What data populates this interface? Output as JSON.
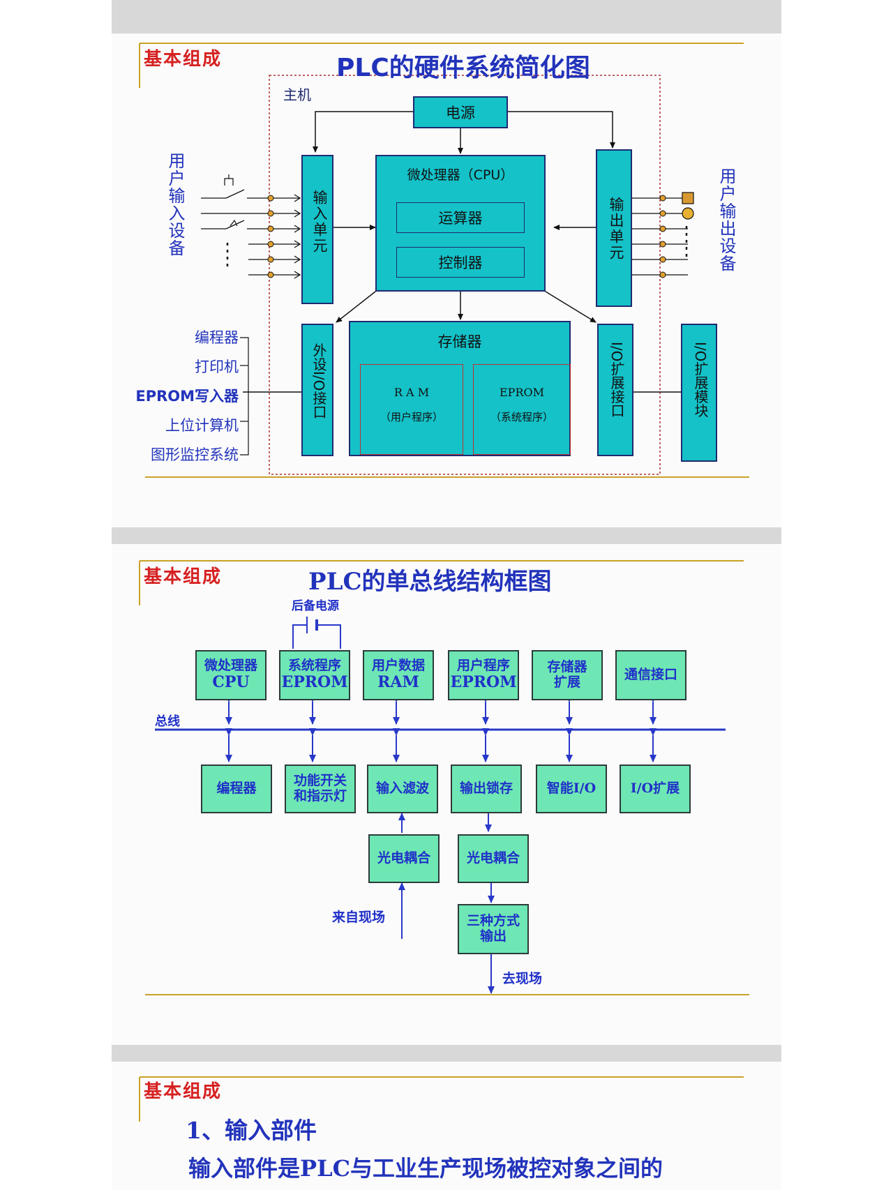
{
  "slide1": {
    "header_tag": "基本组成",
    "title": "PLC的硬件系统简化图",
    "host_label": "主机",
    "power": "电源",
    "cpu": "微处理器（CPU）",
    "alu": "运算器",
    "controller": "控制器",
    "input_unit": "输入单元",
    "output_unit": "输出单元",
    "user_input_devices": "用户输入设备",
    "user_output_devices": "用户输出设备",
    "memory": "存储器",
    "ram": "R A M",
    "ram_sub": "（用户程序）",
    "eprom": "EPROM",
    "eprom_sub": "（系统程序）",
    "peripheral_io": "外设I/O接口",
    "io_ext_interface": "I/O扩展接口",
    "io_ext_module": "I/O扩展模块",
    "peripherals": [
      "编程器",
      "打印机",
      "EPROM写入器",
      "上位计算机",
      "图形监控系统"
    ]
  },
  "slide2": {
    "header_tag": "基本组成",
    "title": "PLC的单总线结构框图",
    "backup_power": "后备电源",
    "bus_label": "总线",
    "top_boxes": [
      [
        "微处理器",
        "CPU"
      ],
      [
        "系统程序",
        "EPROM"
      ],
      [
        "用户数据",
        "RAM"
      ],
      [
        "用户程序",
        "EPROM"
      ],
      [
        "存储器",
        "扩展"
      ],
      [
        "通信接口"
      ]
    ],
    "bottom_boxes": [
      [
        "编程器"
      ],
      [
        "功能开关",
        "和指示灯"
      ],
      [
        "输入滤波"
      ],
      [
        "输出锁存"
      ],
      [
        "智能I/O"
      ],
      [
        "I/O扩展"
      ]
    ],
    "opto_in": "光电耦合",
    "opto_out": "光电耦合",
    "three_out": [
      "三种方式",
      "输出"
    ],
    "from_field": "来自现场",
    "to_field": "去现场"
  },
  "slide3": {
    "header_tag": "基本组成",
    "heading": "1、输入部件",
    "paragraph": "输入部件是PLC与工业生产现场被控对象之间的"
  },
  "colors": {
    "cyan_box": "#14c2c8",
    "green_box": "#6ee7b4",
    "blue_text": "#2233bb",
    "red_tag": "#d62020",
    "gold_line": "#c9a227"
  }
}
